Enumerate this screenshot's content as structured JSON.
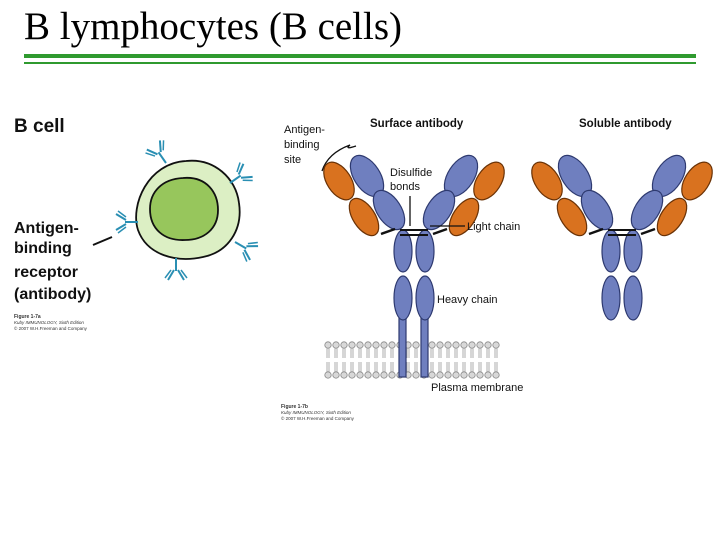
{
  "title": "B lymphocytes (B cells)",
  "colors": {
    "title_rule": "#2f9a2f",
    "heavy_chain": "#6f7fbf",
    "light_chain": "#d9721f",
    "cell_outer": "#dcefc4",
    "cell_nucleus": "#97c65c",
    "receptor": "#2a8fb3",
    "membrane": "#c8c8c8"
  },
  "figure_a": {
    "heading": "B cell",
    "receptor_label": [
      "Antigen-",
      "binding",
      "receptor",
      "(antibody)"
    ],
    "caption": [
      "Figure 1-7a",
      "Kuby IMMUNOLOGY, Sixth Edition",
      "© 2007 W.H.Freeman and Company"
    ]
  },
  "figure_b": {
    "surface_heading": "Surface antibody",
    "soluble_heading": "Soluble antibody",
    "antigen_site_label": [
      "Antigen-",
      "binding",
      "site"
    ],
    "disulfide_label": [
      "Disulfide",
      "bonds"
    ],
    "light_chain_label": "Light chain",
    "heavy_chain_label": "Heavy chain",
    "membrane_label": "Plasma membrane",
    "caption": [
      "Figure 1-7b",
      "Kuby IMMUNOLOGY, Sixth Edition",
      "© 2007 W.H.Freeman and Company"
    ]
  }
}
